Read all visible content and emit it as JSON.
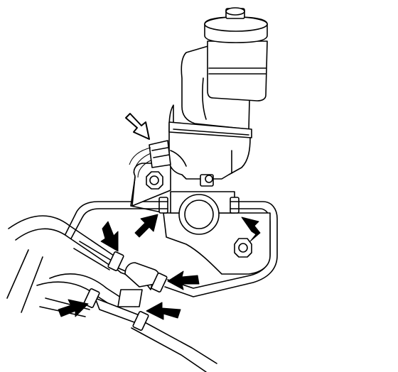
{
  "diagram": {
    "colors": {
      "line": "#000000",
      "background": "#ffffff"
    },
    "components": [
      "reservoir-cap",
      "fluid-reservoir",
      "master-cylinder-body",
      "fluid-level-sensor-connector",
      "mounting-bracket",
      "mounting-nut-upper-left",
      "mounting-nut-lower-right",
      "brake-lines",
      "brake-line-flare-nuts",
      "brake-line-fitting-block"
    ],
    "callouts": [
      {
        "type": "hollow-arrow",
        "target": "fluid-level-sensor-connector"
      },
      {
        "type": "solid-arrow",
        "target": "master-cylinder-left-outlet-fitting"
      },
      {
        "type": "solid-arrow",
        "target": "master-cylinder-right-outlet-fitting"
      },
      {
        "type": "solid-arrow",
        "target": "upper-line-left-flare-nut"
      },
      {
        "type": "solid-arrow",
        "target": "upper-line-right-flare-nut"
      },
      {
        "type": "solid-arrow",
        "target": "lower-line-left-flare-nut"
      },
      {
        "type": "solid-arrow",
        "target": "lower-line-right-flare-nut"
      }
    ]
  }
}
